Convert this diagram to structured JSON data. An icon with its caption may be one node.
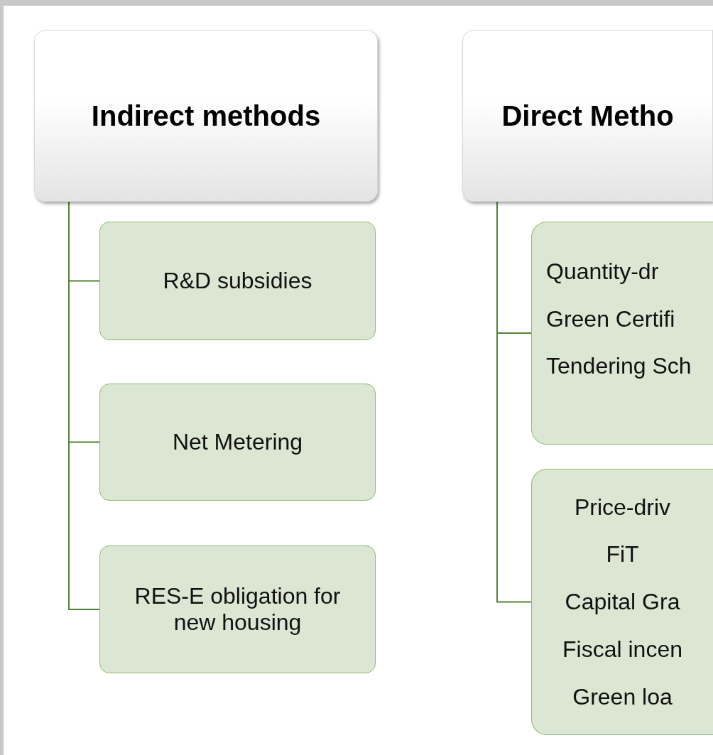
{
  "diagram": {
    "nodes": [
      {
        "text": [
          "Indirect methods"
        ]
      },
      {
        "text": [
          "R&D subsidies"
        ]
      },
      {
        "text": [
          "Net Metering"
        ]
      },
      {
        "text": [
          "RES-E obligation for new housing"
        ]
      },
      {
        "text": [
          "Direct Metho"
        ]
      },
      {
        "text": [
          "Quantity-dr",
          "Green Certifi",
          "Tendering Sch"
        ]
      },
      {
        "text": [
          "Price-driv",
          "FiT",
          "Capital Gra",
          "Fiscal incen",
          "Green loa"
        ]
      }
    ],
    "edges": [
      {
        "from": 0,
        "to": 1,
        "arrow": "none"
      },
      {
        "from": 0,
        "to": 2,
        "arrow": "none"
      },
      {
        "from": 0,
        "to": 3,
        "arrow": "none"
      },
      {
        "from": 4,
        "to": 5,
        "arrow": "none"
      },
      {
        "from": 4,
        "to": 6,
        "arrow": "none"
      }
    ]
  }
}
